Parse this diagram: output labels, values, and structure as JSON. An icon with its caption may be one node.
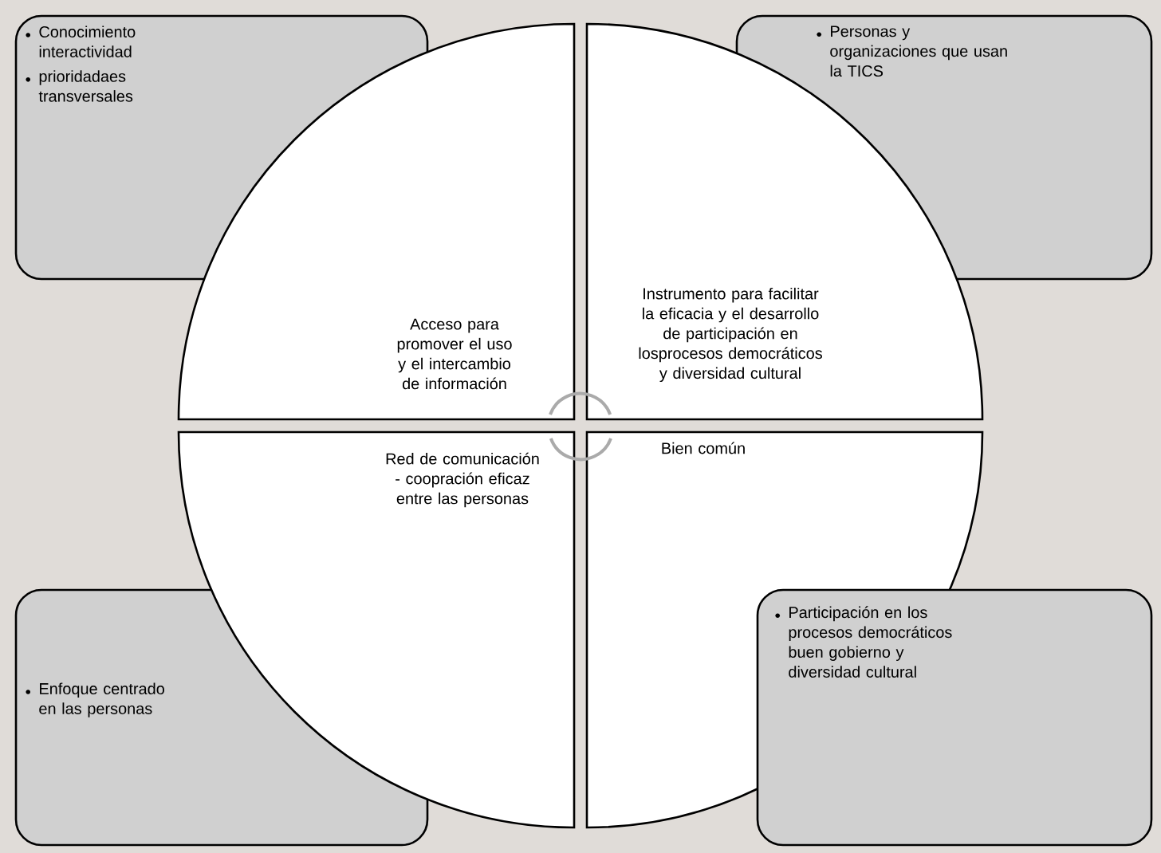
{
  "diagram": {
    "nodes": [
      {
        "text": [
          "Conocimiento interactividad",
          "prioridadaes transversales"
        ]
      },
      {
        "text": [
          "Personas  y organizaciones que usan la TICS"
        ]
      },
      {
        "text": [
          "Enfoque centrado en las personas"
        ]
      },
      {
        "text": [
          "Participación en los procesos democráticos buen gobierno y diversidad cultural"
        ]
      },
      {
        "text": [
          "Acceso para promover el uso y el intercambio de información"
        ]
      },
      {
        "text": [
          "Instrumento para facilitar la eficacia y el desarrollo de participación en losprocesos democráticos y diversidad cultural"
        ]
      },
      {
        "text": [
          "Red de comunicación - coopración eficaz entre las personas"
        ]
      },
      {
        "text": [
          "Bien común"
        ]
      }
    ]
  }
}
